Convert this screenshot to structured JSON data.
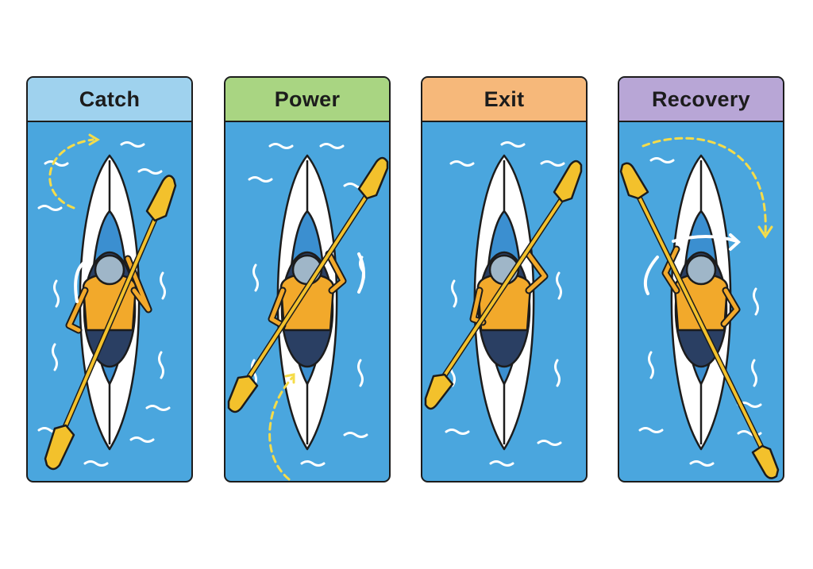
{
  "stages": [
    {
      "title": "Catch",
      "header_color": "#9fd2ee"
    },
    {
      "title": "Power",
      "header_color": "#a9d582"
    },
    {
      "title": "Exit",
      "header_color": "#f6b87a"
    },
    {
      "title": "Recovery",
      "header_color": "#b8a6d6"
    }
  ],
  "colors": {
    "water": "#4aa6de",
    "kayak_hull": "#ffffff",
    "kayak_deck": "#3b8fd0",
    "paddle": "#f3c12c",
    "jacket": "#f2a92b",
    "helmet": "#9fb6c8",
    "cockpit": "#2a3f63",
    "motion_arrow": "#f5dc4a",
    "outline": "#1c1c1c"
  }
}
